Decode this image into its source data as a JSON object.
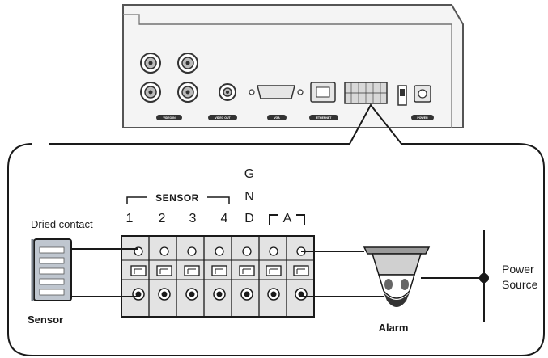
{
  "terminal_labels": {
    "sensor_group": "SENSOR",
    "channels": [
      "1",
      "2",
      "3",
      "4"
    ],
    "gnd_letters": [
      "G",
      "N",
      "D"
    ],
    "alarm_group": "A"
  },
  "device_labels": {
    "dried_contact": "Dried contact",
    "sensor": "Sensor",
    "alarm": "Alarm",
    "power_line1": "Power",
    "power_line2": "Source"
  },
  "rear_panel_port_labels": [
    "VIDEO IN",
    "VIDEO OUT",
    "VGA",
    "ETHERNET",
    "POWER"
  ],
  "colors": {
    "ink": "#1a1a1a",
    "terminal_fill": "#e3e3e3",
    "panel_fill": "#f4f4f4",
    "sensor_fill": "#bfc6cf"
  }
}
